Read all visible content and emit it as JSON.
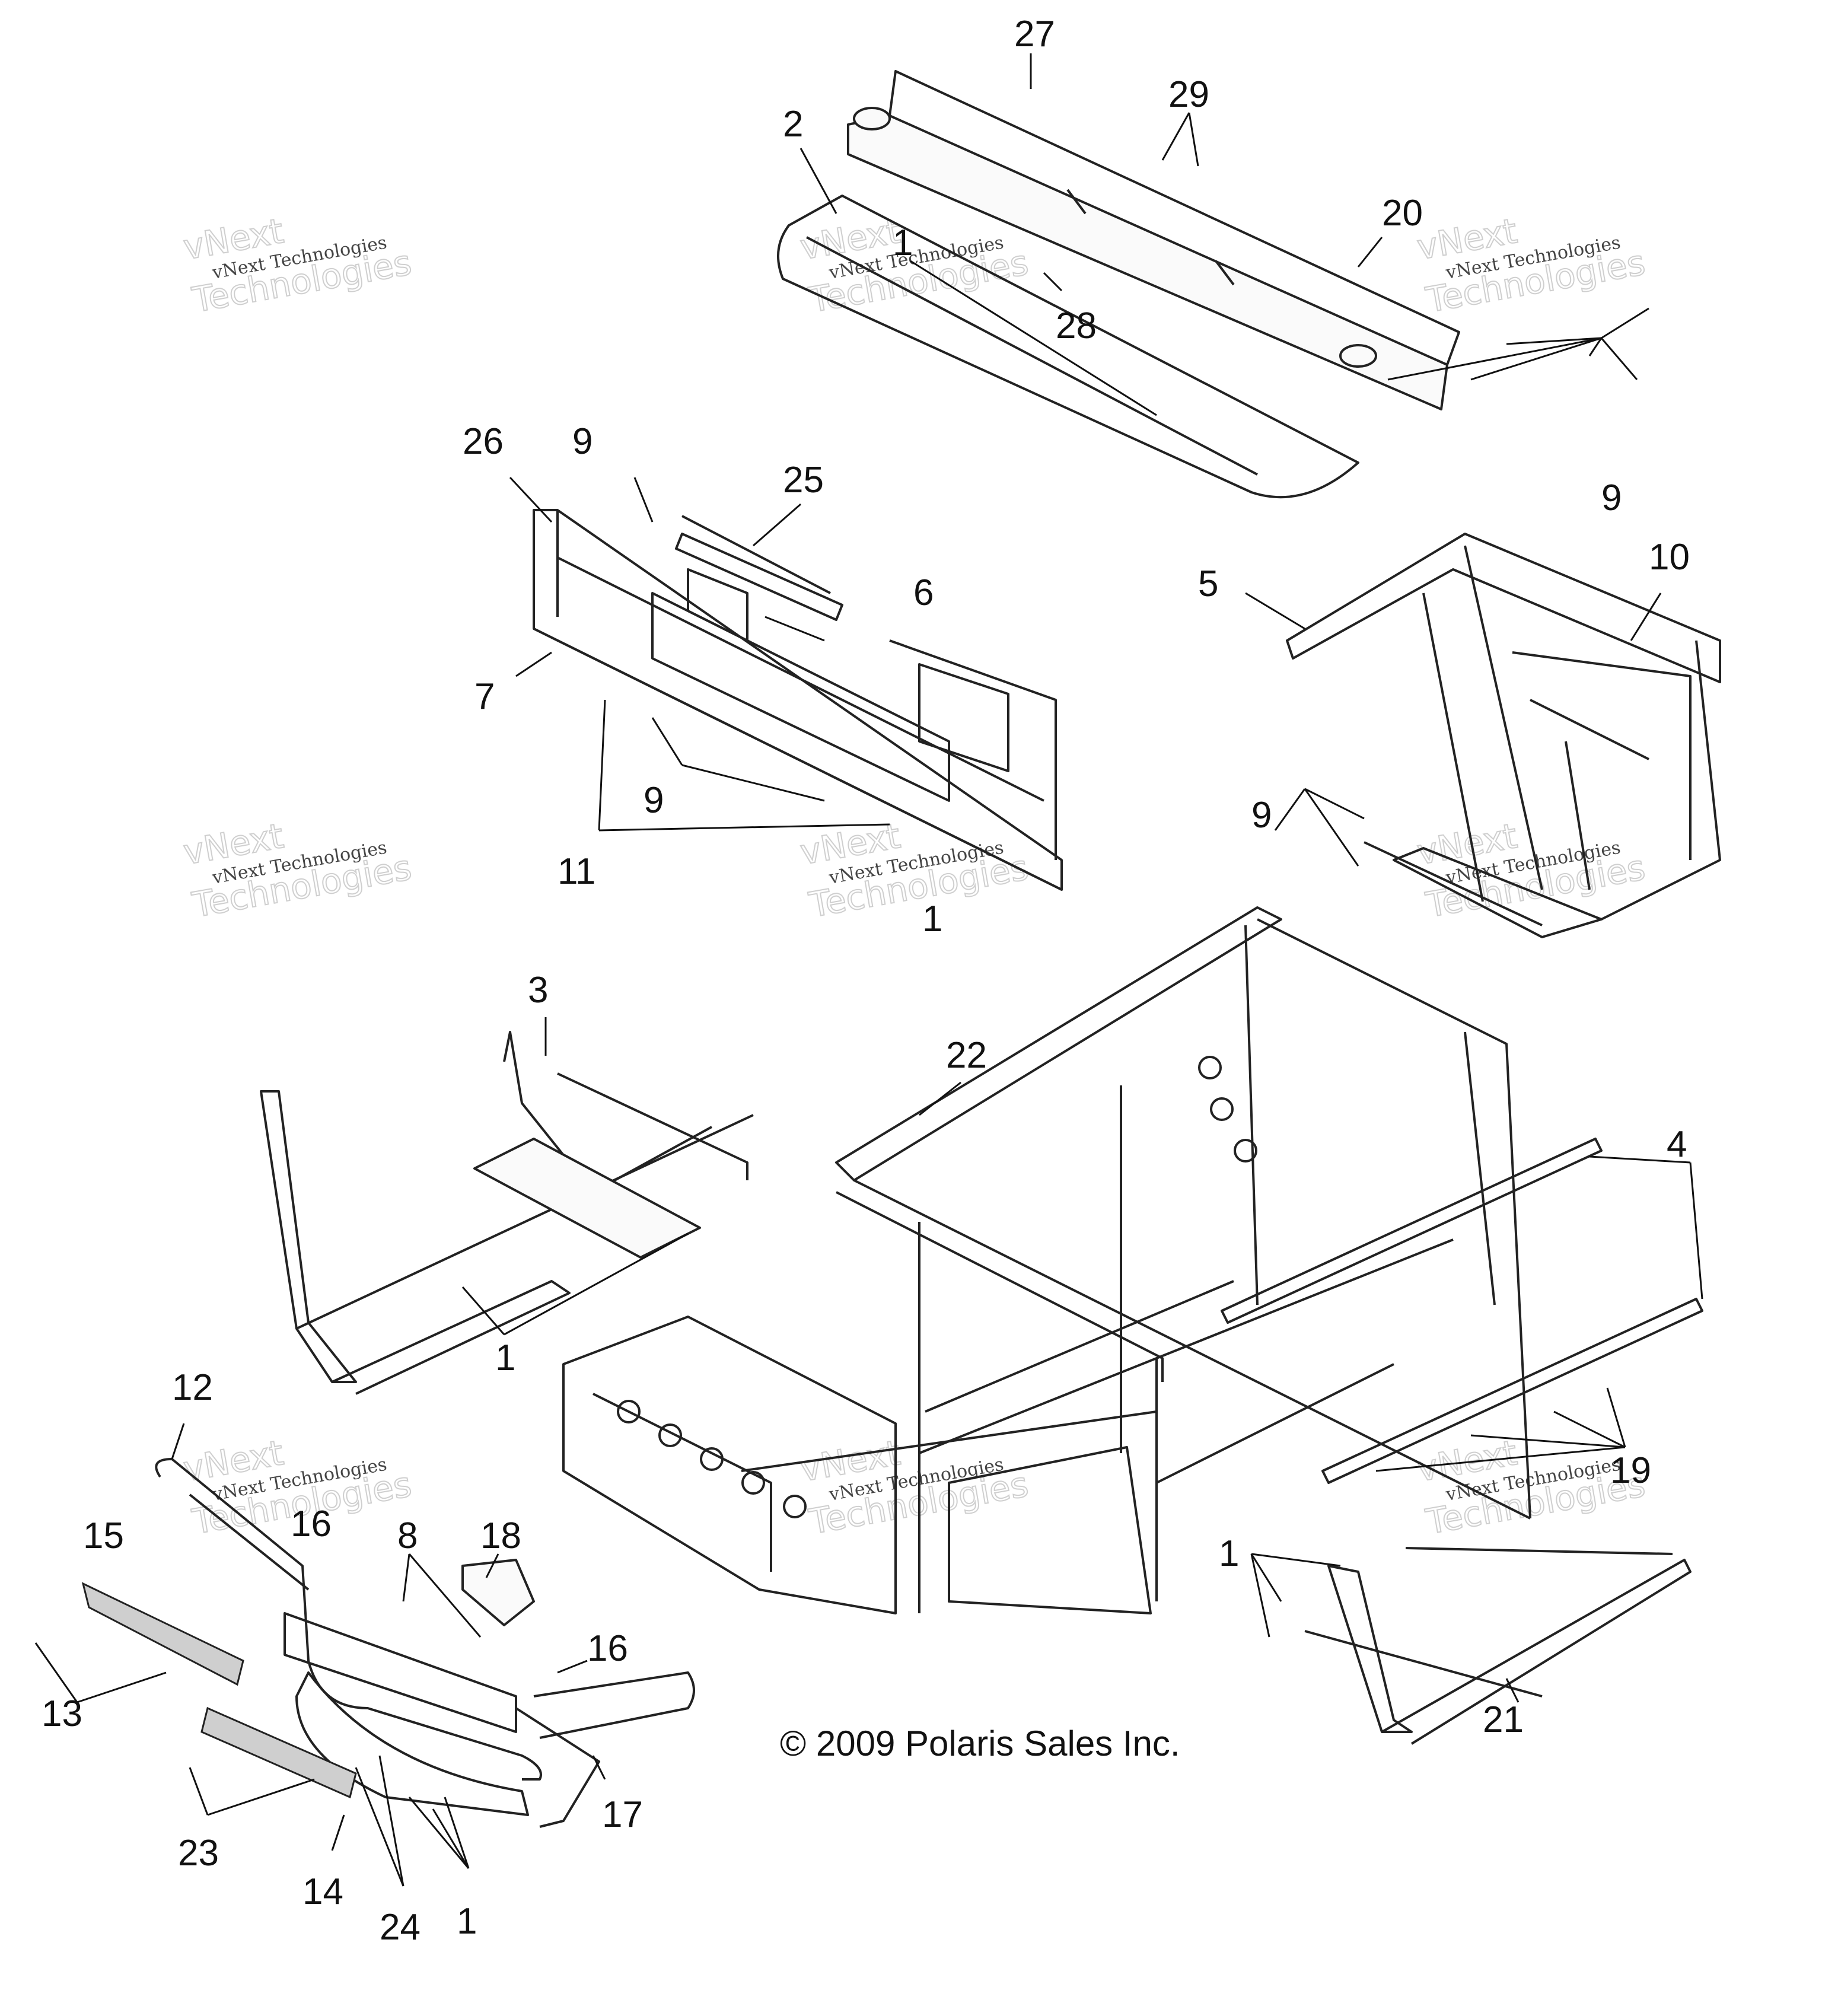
{
  "copyright": "© 2009 Polaris Sales Inc.",
  "watermark": {
    "line1": "vNext Technologies",
    "line2": "Technologies",
    "line3": "vNext"
  },
  "callouts": [
    {
      "id": "c27",
      "label": "27"
    },
    {
      "id": "c29",
      "label": "29"
    },
    {
      "id": "c2",
      "label": "2"
    },
    {
      "id": "c20",
      "label": "20"
    },
    {
      "id": "c1a",
      "label": "1"
    },
    {
      "id": "c28",
      "label": "28"
    },
    {
      "id": "c26",
      "label": "26"
    },
    {
      "id": "c9a",
      "label": "9"
    },
    {
      "id": "c25",
      "label": "25"
    },
    {
      "id": "c9b",
      "label": "9"
    },
    {
      "id": "c10",
      "label": "10"
    },
    {
      "id": "c6",
      "label": "6"
    },
    {
      "id": "c5",
      "label": "5"
    },
    {
      "id": "c7",
      "label": "7"
    },
    {
      "id": "c9c",
      "label": "9"
    },
    {
      "id": "c9d",
      "label": "9"
    },
    {
      "id": "c11",
      "label": "11"
    },
    {
      "id": "c1b",
      "label": "1"
    },
    {
      "id": "c3",
      "label": "3"
    },
    {
      "id": "c22",
      "label": "22"
    },
    {
      "id": "c4",
      "label": "4"
    },
    {
      "id": "c1c",
      "label": "1"
    },
    {
      "id": "c12",
      "label": "12"
    },
    {
      "id": "c19",
      "label": "19"
    },
    {
      "id": "c15",
      "label": "15"
    },
    {
      "id": "c16a",
      "label": "16"
    },
    {
      "id": "c8",
      "label": "8"
    },
    {
      "id": "c18",
      "label": "18"
    },
    {
      "id": "c1d",
      "label": "1"
    },
    {
      "id": "c16b",
      "label": "16"
    },
    {
      "id": "c13",
      "label": "13"
    },
    {
      "id": "c21",
      "label": "21"
    },
    {
      "id": "c17",
      "label": "17"
    },
    {
      "id": "c23",
      "label": "23"
    },
    {
      "id": "c14",
      "label": "14"
    },
    {
      "id": "c24",
      "label": "24"
    },
    {
      "id": "c1e",
      "label": "1"
    }
  ]
}
